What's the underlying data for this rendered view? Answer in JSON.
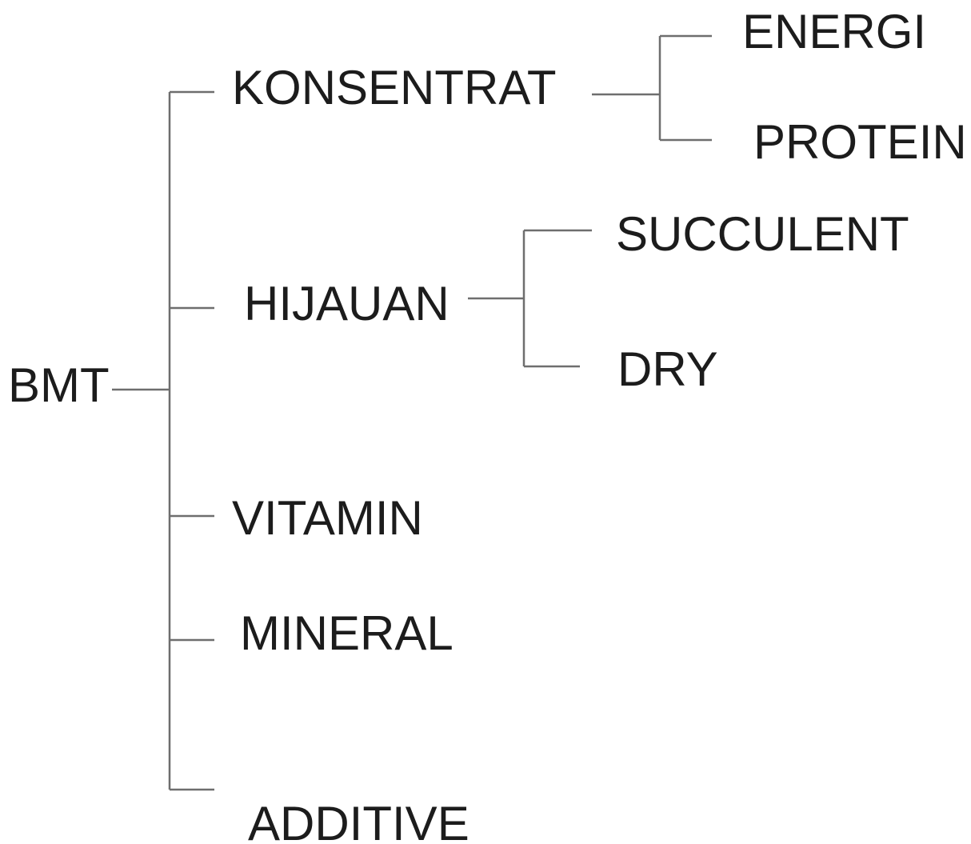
{
  "diagram": {
    "type": "tree",
    "line_color": "#6e6e6e",
    "text_color": "#1c1c1c",
    "root": {
      "id": "bmt",
      "label": "BMT",
      "children": [
        {
          "id": "konsentrat",
          "label": "KONSENTRAT",
          "children": [
            {
              "id": "energi",
              "label": "ENERGI"
            },
            {
              "id": "protein",
              "label": "PROTEIN"
            }
          ]
        },
        {
          "id": "hijauan",
          "label": "HIJAUAN",
          "children": [
            {
              "id": "succulent",
              "label": "SUCCULENT"
            },
            {
              "id": "dry",
              "label": "DRY"
            }
          ]
        },
        {
          "id": "vitamin",
          "label": "VITAMIN"
        },
        {
          "id": "mineral",
          "label": "MINERAL"
        },
        {
          "id": "additive",
          "label": "ADDITIVE"
        }
      ]
    }
  }
}
